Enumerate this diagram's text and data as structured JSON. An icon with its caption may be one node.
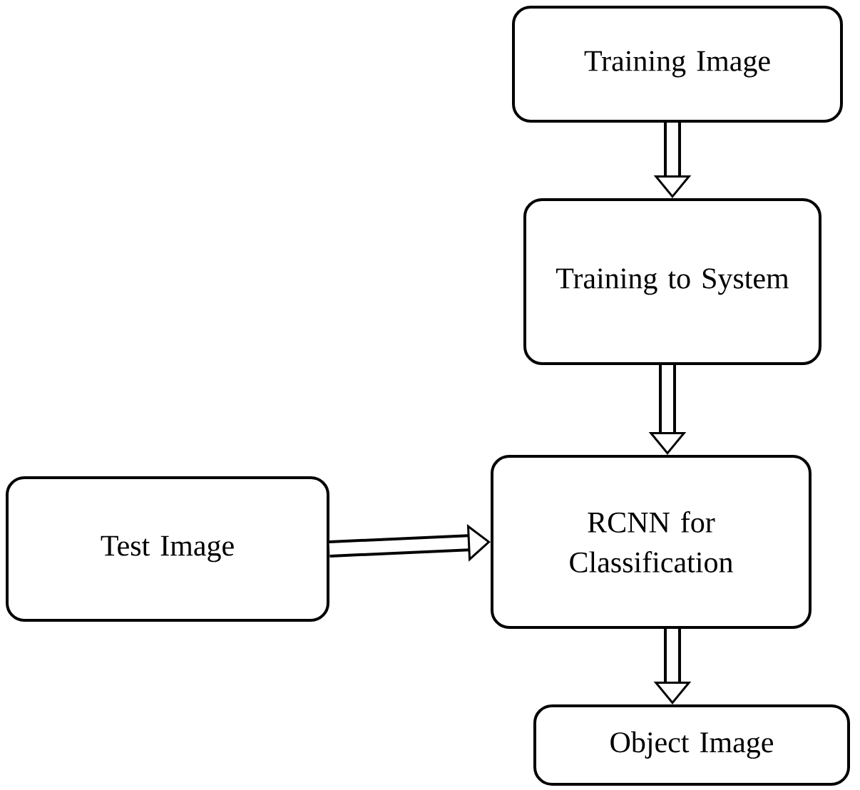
{
  "diagram": {
    "nodes": [
      {
        "text": [
          "Training Image"
        ]
      },
      {
        "text": [
          "Training to System"
        ]
      },
      {
        "text": [
          "RCNN for Classification"
        ]
      },
      {
        "text": [
          "Test Image"
        ]
      },
      {
        "text": [
          "Object Image"
        ]
      }
    ],
    "edges": [
      {
        "from": 0,
        "to": 1,
        "arrow": "to"
      },
      {
        "from": 1,
        "to": 2,
        "arrow": "to"
      },
      {
        "from": 3,
        "to": 2,
        "arrow": "to"
      },
      {
        "from": 2,
        "to": 4,
        "arrow": "to"
      }
    ]
  }
}
